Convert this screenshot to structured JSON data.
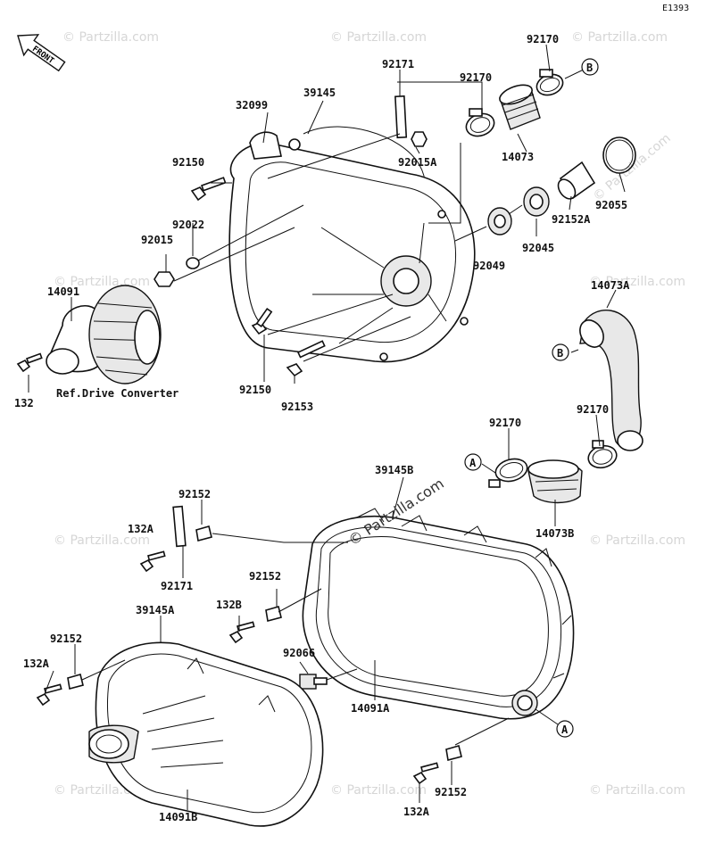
{
  "diagram_code": "E1393",
  "front_arrow_label": "FRONT",
  "ref_note": "Ref.Drive Converter",
  "watermark": "© Partzilla.com",
  "watermark_center": "© Partzilla.com",
  "parts": {
    "p92171a": "92171",
    "p92170a": "92170",
    "p92170b": "92170",
    "p32099": "32099",
    "p39145": "39145",
    "p92150a": "92150",
    "p92015A": "92015A",
    "p14073": "14073",
    "p92055": "92055",
    "p92022": "92022",
    "p92015": "92015",
    "p92152A": "92152A",
    "p92045": "92045",
    "p92049": "92049",
    "p14091": "14091",
    "p14073A": "14073A",
    "p132": "132",
    "p92150b": "92150",
    "p92153": "92153",
    "p92170c": "92170",
    "p92170d": "92170",
    "p39145B": "39145B",
    "p92152a": "92152",
    "p132A_a": "132A",
    "p14073B": "14073B",
    "p92171b": "92171",
    "p92152b": "92152",
    "p132B": "132B",
    "p39145A": "39145A",
    "p92152c": "92152",
    "p132A_b": "132A",
    "p92066": "92066",
    "p14091A": "14091A",
    "p92152d": "92152",
    "p132A_c": "132A",
    "p14091B": "14091B"
  },
  "callouts": {
    "B_top": "B",
    "B_mid": "B",
    "A_left": "A",
    "A_right": "A"
  }
}
